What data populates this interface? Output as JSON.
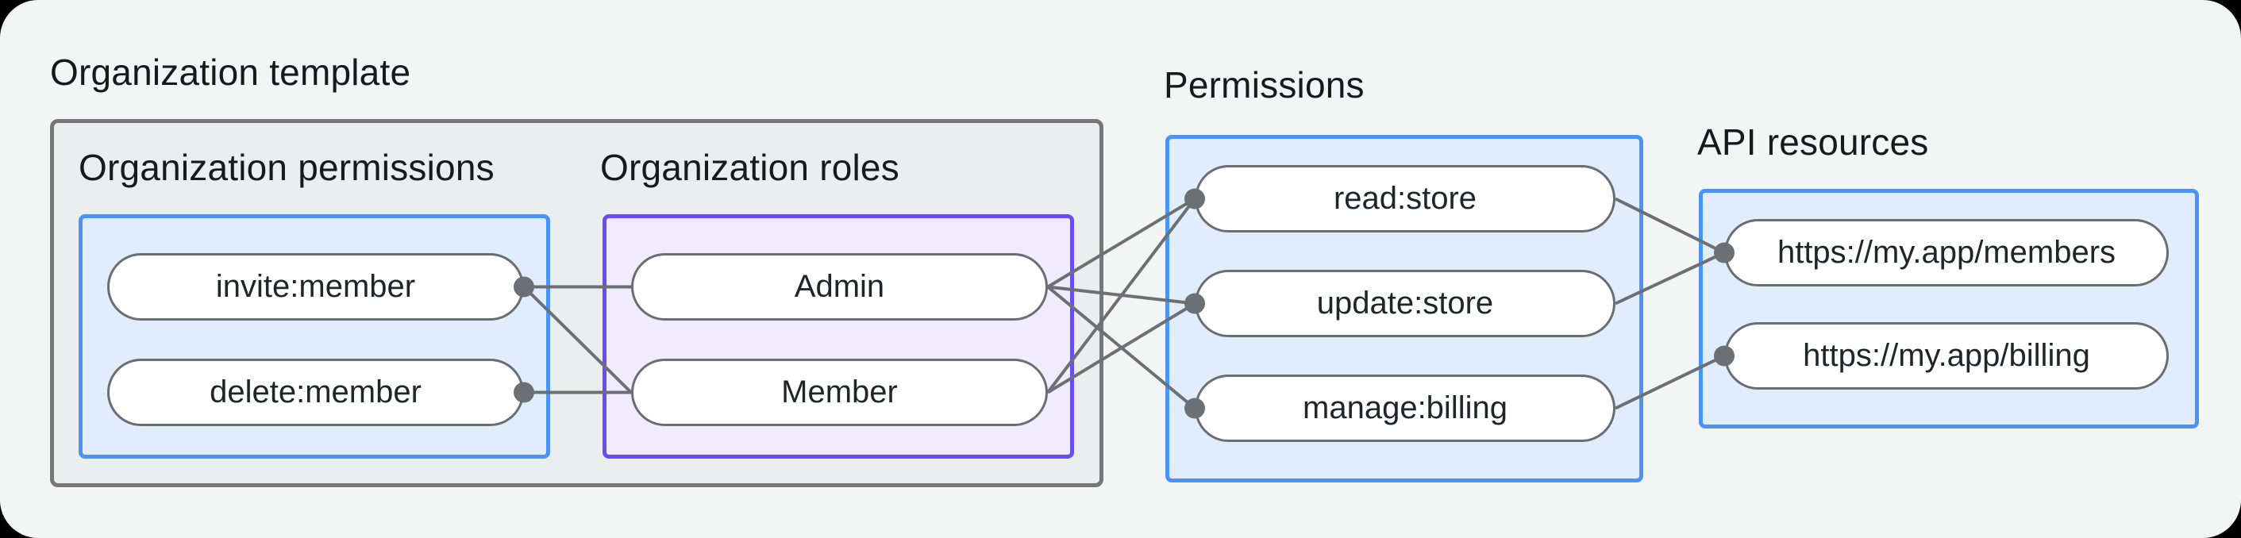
{
  "sections": {
    "template": {
      "title": "Organization template"
    },
    "org_permissions": {
      "label": "Organization permissions"
    },
    "org_roles": {
      "label": "Organization roles"
    },
    "permissions": {
      "label": "Permissions"
    },
    "api_resources": {
      "label": "API resources"
    }
  },
  "nodes": {
    "invite": {
      "label": "invite:member"
    },
    "delete": {
      "label": "delete:member"
    },
    "admin": {
      "label": "Admin"
    },
    "member": {
      "label": "Member"
    },
    "read": {
      "label": "read:store"
    },
    "update": {
      "label": "update:store"
    },
    "manage": {
      "label": "manage:billing"
    },
    "members_api": {
      "label": "https://my.app/members"
    },
    "billing_api": {
      "label": "https://my.app/billing"
    }
  },
  "connections": [
    {
      "from": "invite:member",
      "to": "Admin"
    },
    {
      "from": "invite:member",
      "to": "Member"
    },
    {
      "from": "delete:member",
      "to": "Member"
    },
    {
      "from": "Admin",
      "to": "read:store"
    },
    {
      "from": "Admin",
      "to": "update:store"
    },
    {
      "from": "Admin",
      "to": "manage:billing"
    },
    {
      "from": "Member",
      "to": "read:store"
    },
    {
      "from": "Member",
      "to": "update:store"
    },
    {
      "from": "read:store",
      "to": "https://my.app/members"
    },
    {
      "from": "update:store",
      "to": "https://my.app/members"
    },
    {
      "from": "manage:billing",
      "to": "https://my.app/billing"
    }
  ],
  "colors": {
    "page_bg": "#f3f5f5",
    "corner": "#000000",
    "gray_fill": "#ebeeee",
    "gray_border": "#74787d",
    "blue_fill": "#e1edfc",
    "blue_border": "#4b93f7",
    "purple_fill": "#f1ecfd",
    "purple_border": "#6b4ef1",
    "pill_fill": "#ffffff",
    "pill_border": "#696e73",
    "connector": "#6b7075",
    "text": "#17191d"
  }
}
